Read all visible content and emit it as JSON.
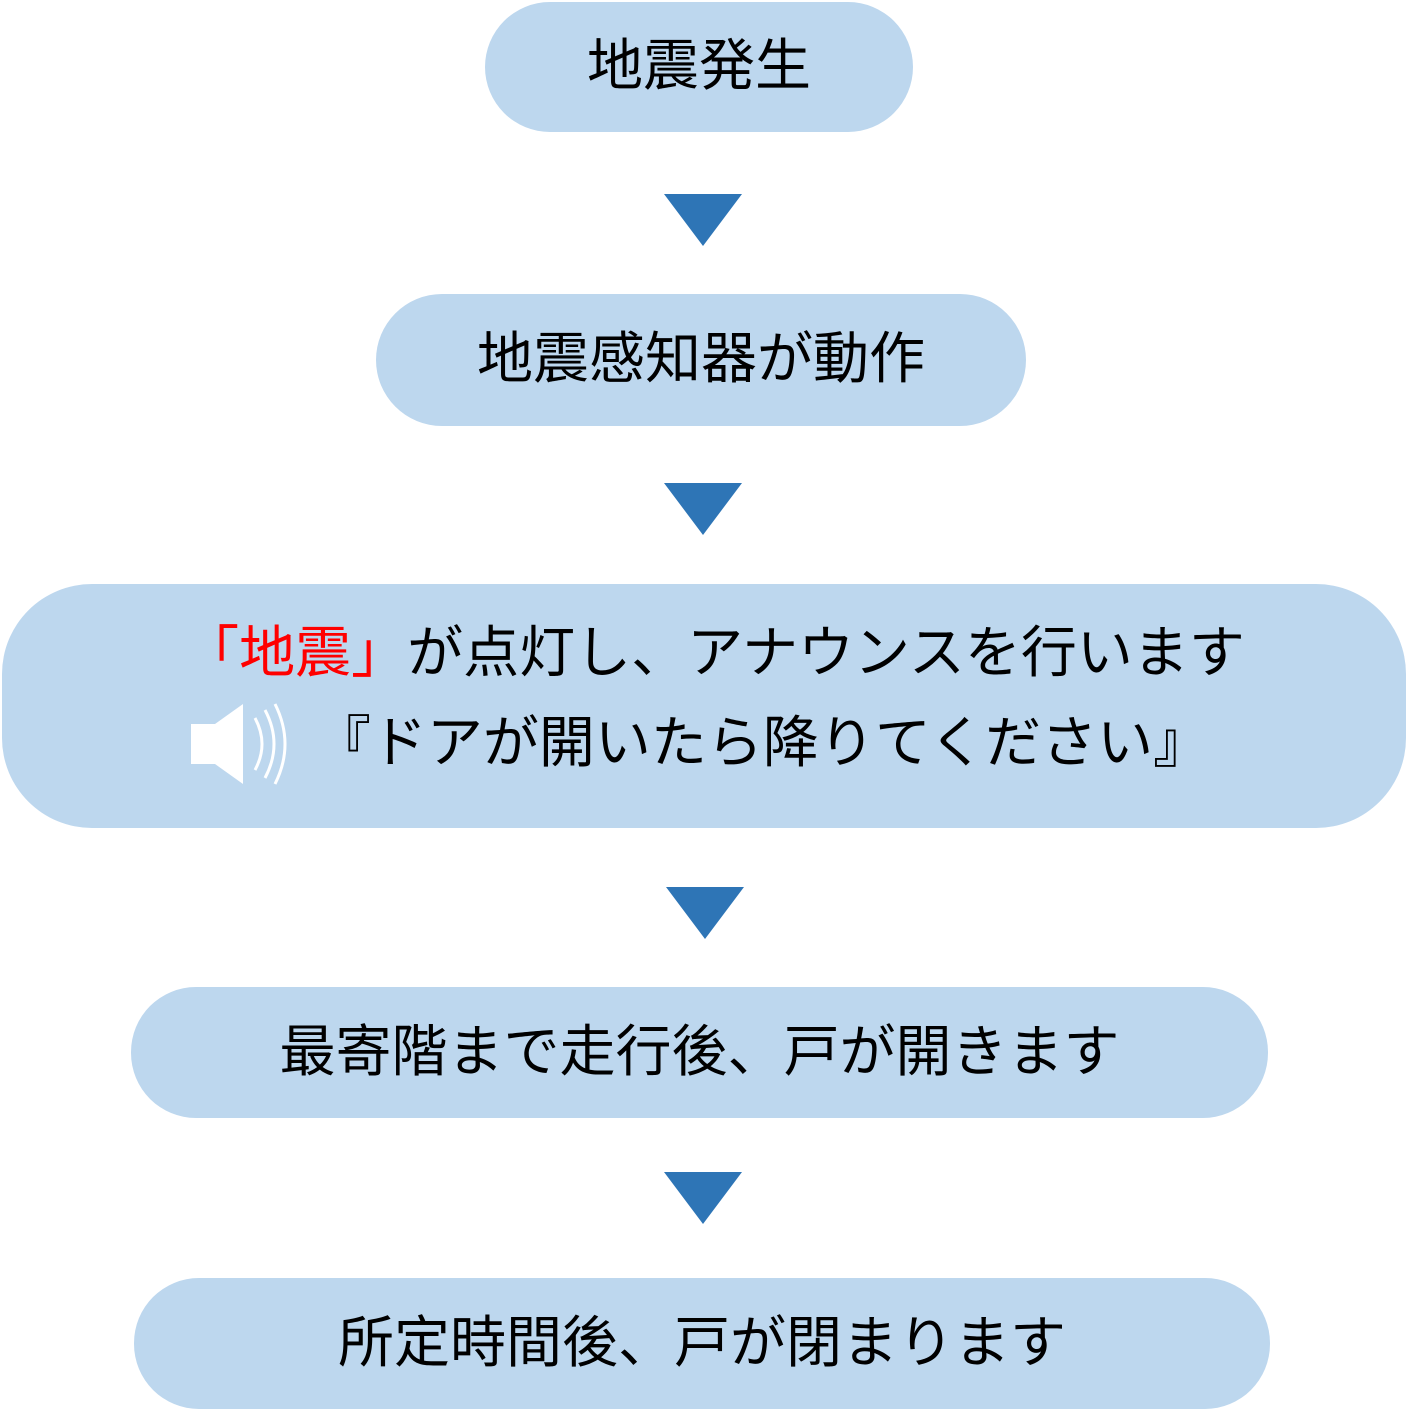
{
  "flow": {
    "step1": "地震発生",
    "step2": "地震感知器が動作",
    "step3": {
      "highlight": "「地震」",
      "rest": "が点灯し、アナウンスを行います",
      "announcement": "『ドアが開いたら降りてください』"
    },
    "step4": "最寄階まで走行後、戸が開きます",
    "step5": "所定時間後、戸が閉まります"
  },
  "icons": {
    "arrow": "down-triangle-icon",
    "speaker": "speaker-icon"
  },
  "colors": {
    "box_fill": "#bdd7ee",
    "arrow": "#2e75b6",
    "highlight": "#ff0000",
    "speaker": "#ffffff"
  }
}
